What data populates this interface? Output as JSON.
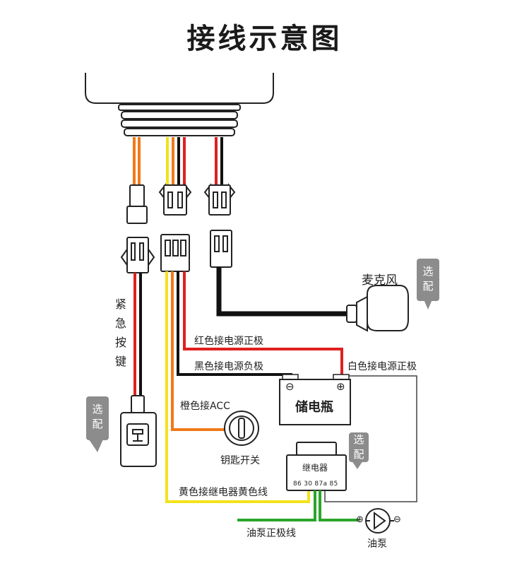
{
  "title": "接线示意图",
  "labels": {
    "emergency_key": [
      "紧",
      "急",
      "按",
      "键"
    ],
    "microphone": "麦克风",
    "red_wire": "红色接电源正极",
    "black_wire": "黑色接电源负极",
    "white_wire": "白色接电源正极",
    "battery": "储电瓶",
    "orange_wire": "橙色接ACC",
    "key_switch": "钥匙开关",
    "relay": "继电器",
    "relay_pins": "86 30 87a 85",
    "yellow_wire": "黄色接继电器黄色线",
    "fuel_pump_positive": "油泵正极线",
    "fuel_pump": "油泵",
    "battery_minus": "⊖",
    "battery_plus": "⊕",
    "pump_plus": "⊕",
    "pump_minus": "⊖"
  },
  "optional_tags": [
    {
      "text": [
        "选",
        "配"
      ]
    },
    {
      "text": [
        "选",
        "配"
      ]
    },
    {
      "text": [
        "选",
        "配"
      ]
    }
  ],
  "colors": {
    "red": "#e02020",
    "black": "#111111",
    "orange": "#f07a1a",
    "yellow": "#f2e21c",
    "green": "#2aa52a",
    "tag": "#8c8c8c"
  }
}
